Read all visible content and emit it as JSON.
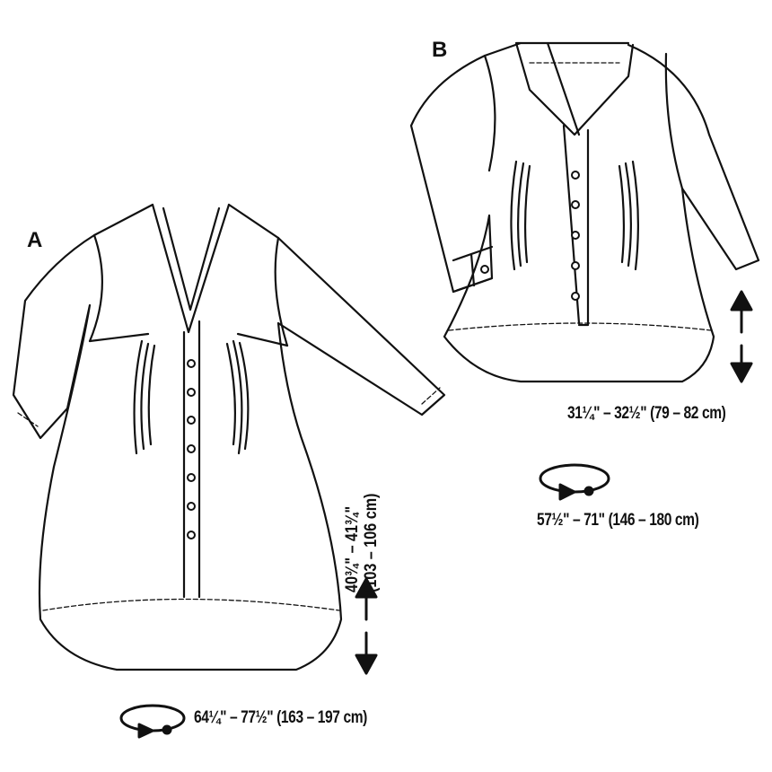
{
  "garment_a": {
    "label": "A",
    "length": {
      "line1": "40¾\" – 41¾\"",
      "line2": "(103 – 106 cm)"
    },
    "hip_circumference": "64¼\" – 77½\" (163 – 197 cm)",
    "buttons": 7
  },
  "garment_b": {
    "label": "B",
    "length": "31¼\" – 32½\" (79 – 82 cm)",
    "hip_circumference": "57½\" – 71\" (146 – 180 cm)",
    "buttons": 6
  },
  "colors": {
    "line": "#111111",
    "background": "#ffffff"
  }
}
